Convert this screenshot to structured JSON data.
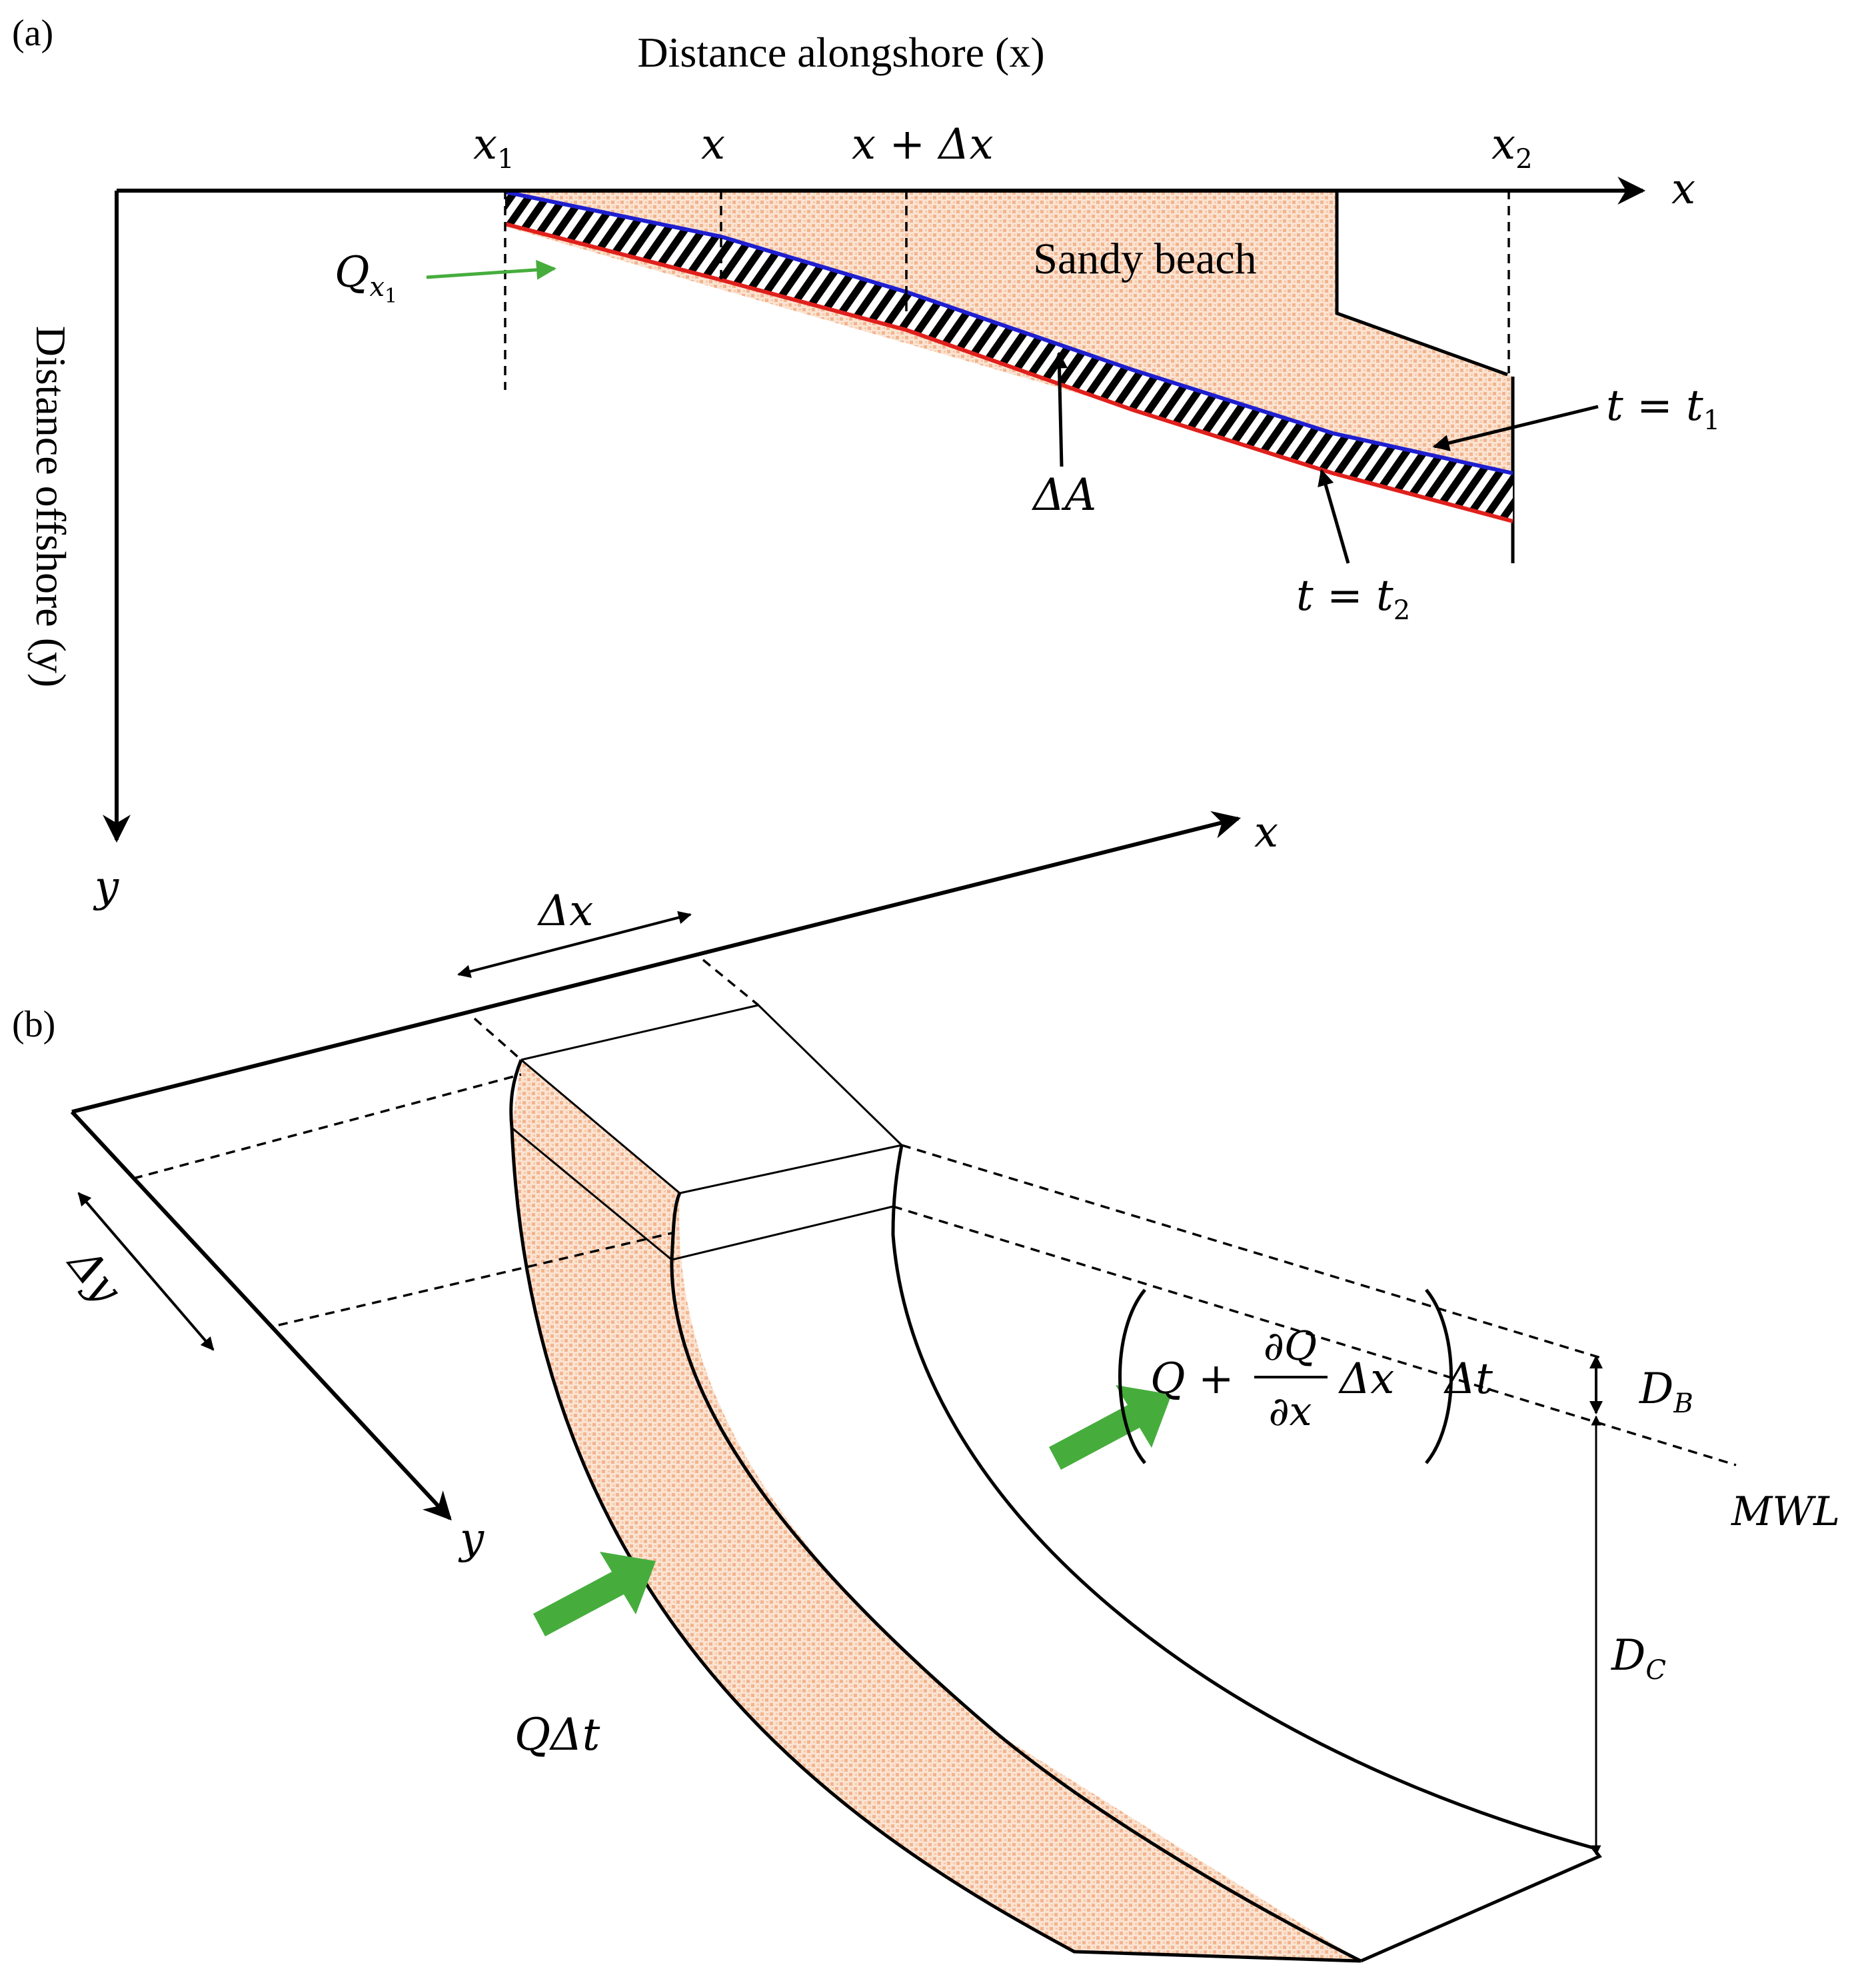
{
  "panel_a": {
    "panel_label": "(a)",
    "title": "Distance alongshore (x)",
    "y_axis_label": "Distance offshore (y)",
    "x_axis_var": "x",
    "y_axis_var": "y",
    "ticks": {
      "x1_base": "x",
      "x1_sub": "1",
      "x_mid": "x",
      "x_plus_dx": "x + Δx",
      "x2_base": "x",
      "x2_sub": "2"
    },
    "region_label": "Sandy beach",
    "flux_label_base": "Q",
    "flux_label_sub1": "x",
    "flux_label_sub2": "1",
    "area_change_label": "ΔA",
    "t1_label_base": "t = t",
    "t1_label_sub": "1",
    "t2_label_base": "t = t",
    "t2_label_sub": "2",
    "colors": {
      "shoreline_t1": "#1f1fd0",
      "shoreline_t2": "#e0201c",
      "sand_fill": "#f6c9a8",
      "flux_arrow": "#46ad3d"
    }
  },
  "panel_b": {
    "panel_label": "(b)",
    "x_axis_var": "x",
    "y_axis_var": "y",
    "dx_label": "Δx",
    "dy_label": "Δy",
    "db_base": "D",
    "db_sub": "B",
    "dc_base": "D",
    "dc_sub": "C",
    "mwl_label": "MWL",
    "inflow_label": "QΔt",
    "outflow": {
      "q": "Q",
      "plus": "+",
      "num": "∂Q",
      "den": "∂x",
      "dx": "Δx",
      "dt": "Δt"
    },
    "colors": {
      "flux_arrow": "#46ad3d",
      "sand_fill": "#f6c9a8"
    }
  }
}
